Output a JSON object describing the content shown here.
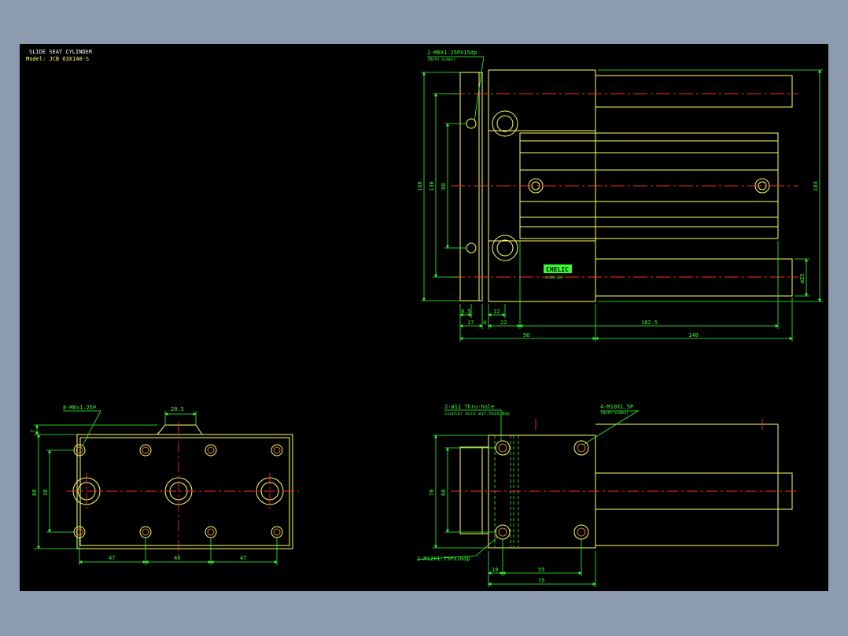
{
  "title_block": {
    "title": "SLIDE SEAT CYLINDER",
    "model": "Model: JCB 63X140-S"
  },
  "colors": {
    "background": "#000000",
    "frame": "#8d9bb0",
    "outline": "#ffff66",
    "dimension": "#33ff33",
    "centerline": "#ff2a2a",
    "text": "#ffffff"
  },
  "top_view": {
    "callout_top": "2-M8X1.25PX15dp",
    "callout_top_sub": "(Both sides)",
    "dim_160": "160",
    "dim_130": "130",
    "dim_88": "88",
    "dim_184": "184",
    "dim_phi25": "ø25",
    "dim_8_5": "8.5",
    "dim_12": "12",
    "dim_17": "17",
    "dim_4": "4",
    "dim_22": "22",
    "dim_182_5": "182.5",
    "dim_96": "96",
    "dim_140": "140",
    "logo_brand": "CHELIC",
    "logo_sub": "SLIDE SEAT"
  },
  "bottom_left_view": {
    "callout": "8-M8x1.25P",
    "dim_20_5": "20.5",
    "dim_7": "7",
    "dim_80": "80",
    "dim_38": "38",
    "dim_47a": "47",
    "dim_46": "46",
    "dim_47b": "47"
  },
  "bottom_right_view": {
    "callout_a": "2-ø11  Thru-hole",
    "callout_a_sub": "Counter bore  ø17.5X10.8dp",
    "callout_b": "4-M10X1.5P",
    "callout_b_sub": "(Both sides)",
    "callout_c": "2-M12X1.75PX16dp",
    "dim_78": "78",
    "dim_60": "60",
    "dim_10": "10",
    "dim_55": "55",
    "dim_75": "75"
  }
}
